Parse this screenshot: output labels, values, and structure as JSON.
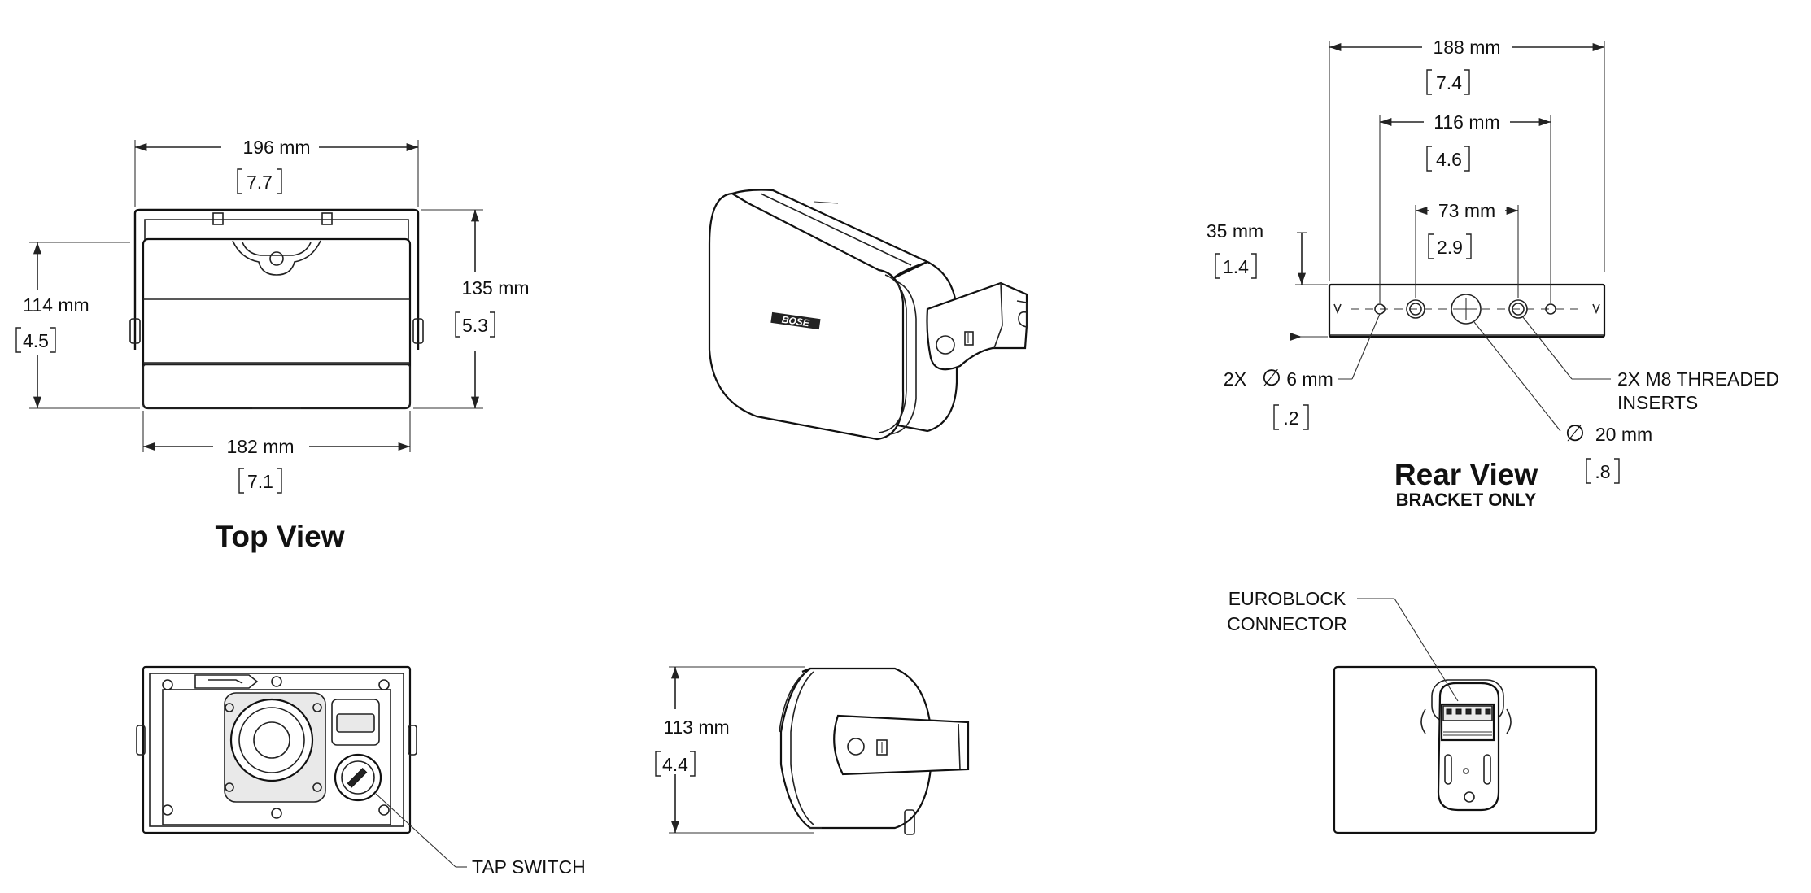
{
  "views": {
    "top": {
      "title": "Top View"
    },
    "rear": {
      "title": "Rear View",
      "subtitle": "BRACKET ONLY"
    }
  },
  "dimensions": {
    "top_width_outer": {
      "mm": "196 mm",
      "inch": "7.7"
    },
    "top_width_inner": {
      "mm": "182 mm",
      "inch": "7.1"
    },
    "top_height_left": {
      "mm": "114 mm",
      "inch": "4.5"
    },
    "top_height_right": {
      "mm": "135 mm",
      "inch": "5.3"
    },
    "rear_width_188": {
      "mm": "188 mm",
      "inch": "7.4"
    },
    "rear_width_116": {
      "mm": "116 mm",
      "inch": "4.6"
    },
    "rear_width_73": {
      "mm": "73 mm",
      "inch": "2.9"
    },
    "rear_height_35": {
      "mm": "35 mm",
      "inch": "1.4"
    },
    "rear_hole_6": {
      "prefix": "2X",
      "symbol": "∅",
      "mm": "6 mm",
      "inch": ".2"
    },
    "rear_hole_20": {
      "symbol": "∅",
      "mm": "20 mm",
      "inch": ".8"
    },
    "side_height_113": {
      "mm": "113 mm",
      "inch": "4.4"
    }
  },
  "callouts": {
    "threaded_inserts": {
      "line1": "2X M8 THREADED",
      "line2": "INSERTS"
    },
    "tap_switch": "TAP SWITCH",
    "euroblock": {
      "line1": "EUROBLOCK",
      "line2": "CONNECTOR"
    }
  },
  "logo": {
    "brand": "BOSE"
  }
}
